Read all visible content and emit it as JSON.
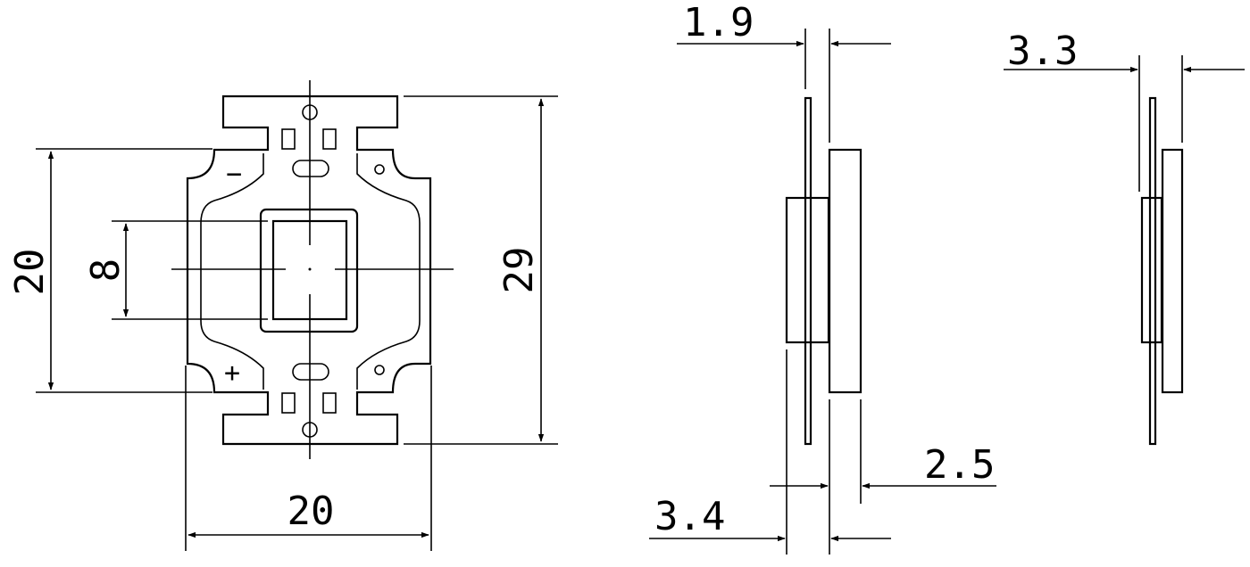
{
  "front_view": {
    "height_dim": "20",
    "lens_dim": "8",
    "overall_height_dim": "29",
    "width_dim": "20",
    "minus_sign": "−",
    "plus_sign": "+"
  },
  "side_view_a": {
    "top_dim": "1.9",
    "bottom_right_dim": "2.5",
    "bottom_left_dim": "3.4"
  },
  "side_view_b": {
    "top_dim": "3.3"
  },
  "colors": {
    "line": "#000000",
    "background": "#ffffff"
  }
}
